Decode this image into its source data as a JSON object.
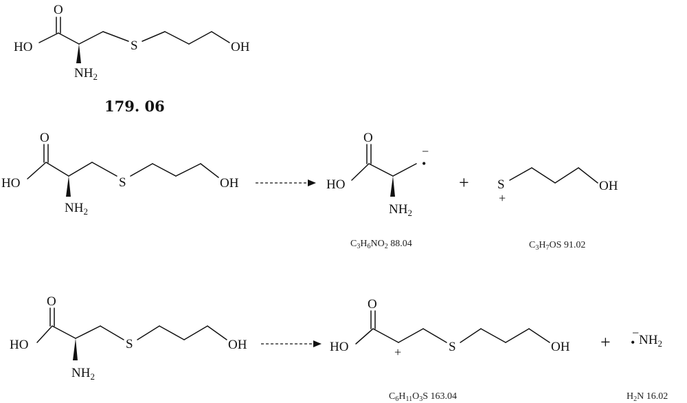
{
  "molecule": {
    "atoms": {
      "O": "O",
      "HO": "HO",
      "S": "S",
      "OH": "OH",
      "NH": "NH",
      "sub2": "2"
    },
    "mass": "179. 06"
  },
  "reaction1": {
    "fragment1_formula": {
      "parts": [
        "C",
        "3",
        "H",
        "6",
        "NO",
        "2",
        " 88.04"
      ]
    },
    "fragment2_formula": {
      "parts": [
        "C",
        "3",
        "H",
        "7",
        "OS 91.02"
      ]
    },
    "fragment1_charge": "−",
    "fragment1_radical": "•",
    "fragment2_charge": "+",
    "plus": "+"
  },
  "reaction2": {
    "fragment1_formula": {
      "parts": [
        "C",
        "6",
        "H",
        "11",
        "O",
        "3",
        "S 163.04"
      ]
    },
    "fragment2_formula": {
      "parts": [
        "H",
        "2",
        "N 16.02"
      ]
    },
    "fragment1_charge": "+",
    "fragment2_label_charge": "−",
    "fragment2_label_radical": "•",
    "fragment2_label": "NH",
    "fragment2_sub": "2",
    "plus": "+"
  }
}
